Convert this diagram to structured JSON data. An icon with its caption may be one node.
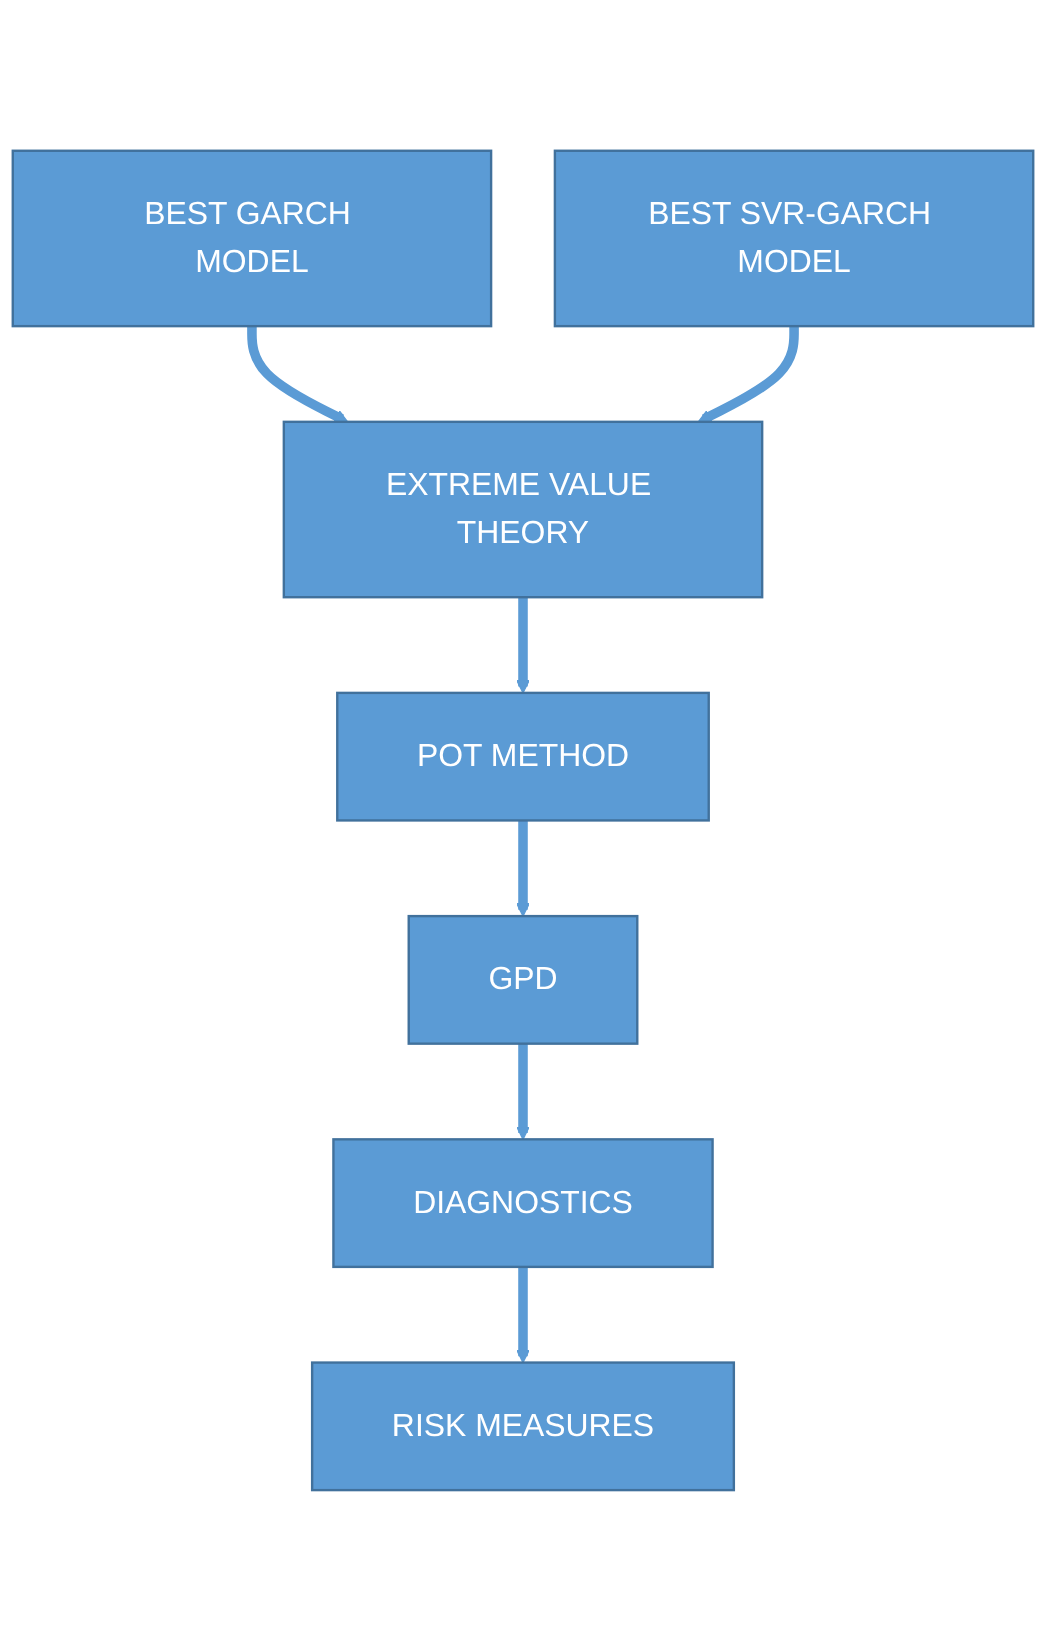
{
  "diagram": {
    "nodes": [
      {
        "text": [
          "BEST GARCH MODEL"
        ]
      },
      {
        "text": [
          "BEST SVR-GARCH MODEL"
        ]
      },
      {
        "text": [
          "EXTREME VALUE THEORY"
        ]
      },
      {
        "text": [
          "POT METHOD"
        ]
      },
      {
        "text": [
          "GPD"
        ]
      },
      {
        "text": [
          "DIAGNOSTICS"
        ]
      },
      {
        "text": [
          "RISK MEASURES"
        ]
      }
    ],
    "edges": [
      {
        "from": 0,
        "to": 2,
        "arrow": "to"
      },
      {
        "from": 1,
        "to": 2,
        "arrow": "to"
      },
      {
        "from": 2,
        "to": 3,
        "arrow": "to"
      },
      {
        "from": 3,
        "to": 4,
        "arrow": "to"
      },
      {
        "from": 4,
        "to": 5,
        "arrow": "to"
      },
      {
        "from": 5,
        "to": 6,
        "arrow": "to"
      }
    ]
  }
}
